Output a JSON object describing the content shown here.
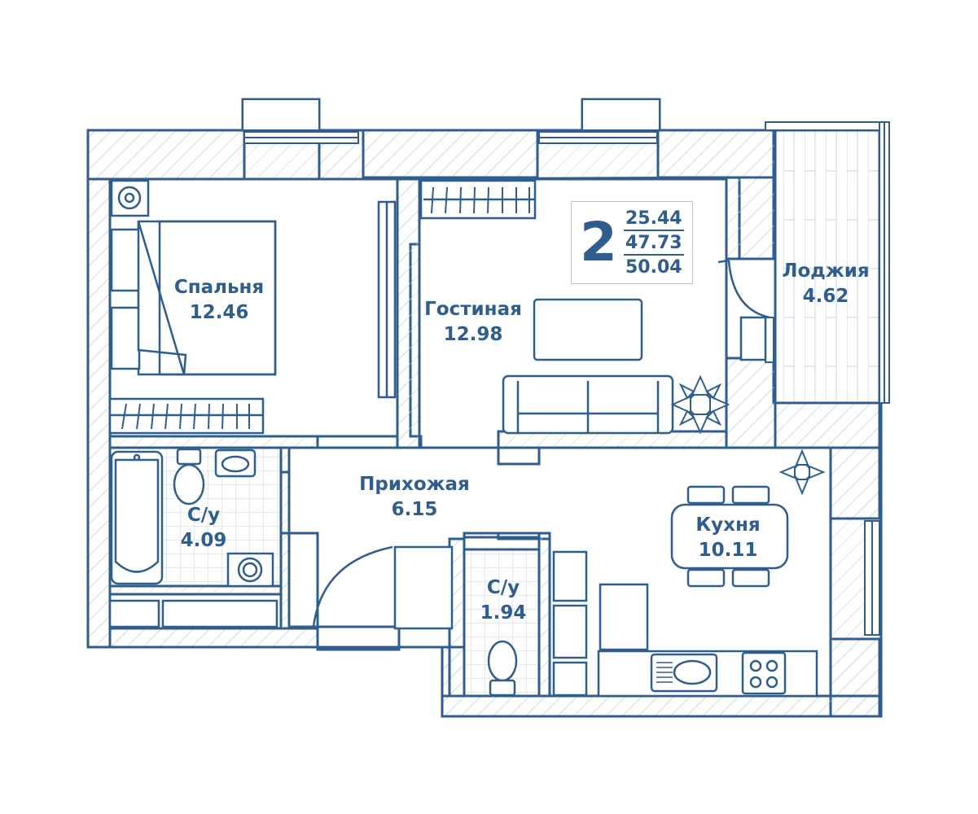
{
  "colors": {
    "wall": "#2f5e8e",
    "wall_fill": "#ffffff",
    "hatch": "#c3d1de",
    "tile": "#c7d6e4",
    "text": "#2f5e8e"
  },
  "summary": {
    "rooms": "2",
    "living_area": "25.44",
    "total_area": "47.73",
    "total_with_loggia": "50.04"
  },
  "rooms": [
    {
      "name": "Спальня",
      "area": "12.46"
    },
    {
      "name": "Гостиная",
      "area": "12.98"
    },
    {
      "name": "Лоджия",
      "area": "4.62"
    },
    {
      "name": "С/у",
      "area": "4.09"
    },
    {
      "name": "Прихожая",
      "area": "6.15"
    },
    {
      "name": "С/у",
      "area": "1.94"
    },
    {
      "name": "Кухня",
      "area": "10.11"
    }
  ]
}
